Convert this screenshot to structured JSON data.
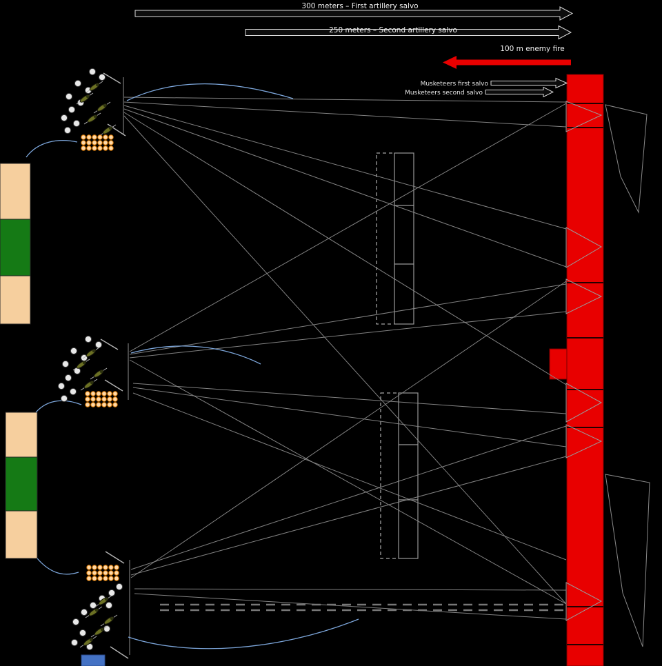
{
  "diagram": {
    "labels": {
      "artillery_first": "300 meters – First artillery salvo",
      "artillery_second": "250 meters – Second artillery salvo",
      "enemy_fire": "100 m enemy fire",
      "musketeers_first": "Musketeers first salvo",
      "musketeers_second": "Musketeers second salvo"
    },
    "colors": {
      "background": "#000000",
      "enemy_red": "#e80000",
      "unit_tan": "#f6cf9e",
      "unit_green": "#157a15",
      "path_blue": "#7da7dc",
      "fire_gray": "#8a8a8a",
      "shot_fill": "#ffd9a8",
      "shot_stroke": "#e07b00",
      "flag_blue": "#4472c4"
    },
    "icons": {
      "musketeer": "musketeer-icon",
      "soldier": "soldier-circle-icon",
      "shot": "shot-dot-icon"
    }
  }
}
